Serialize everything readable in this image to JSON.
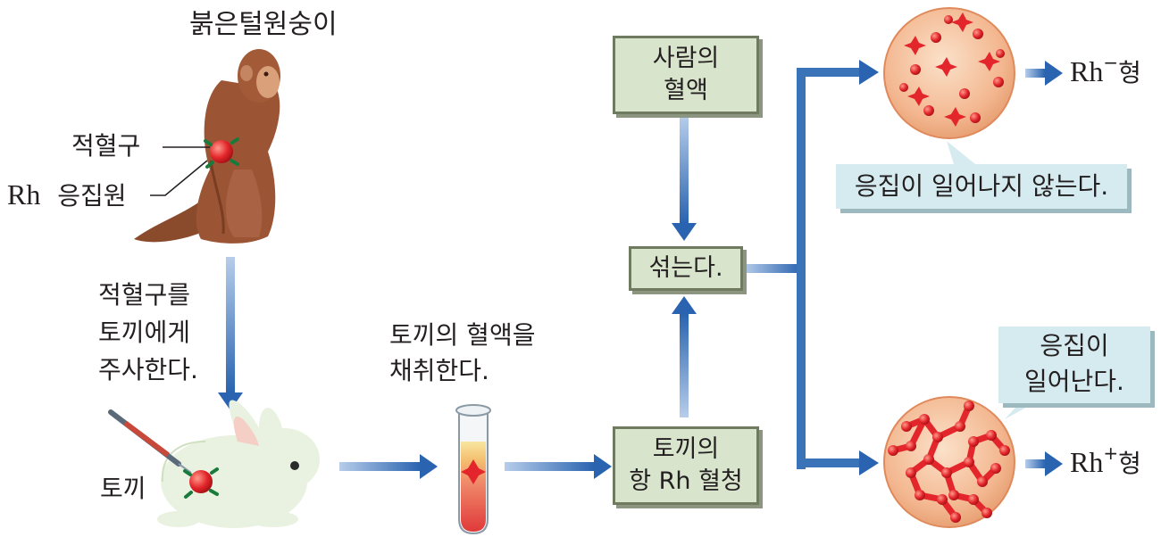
{
  "monkey_title": "붉은털원숭이",
  "label_rbc": "적혈구",
  "label_antigen_rh": "Rh",
  "label_antigen_word": "응집원",
  "step_inject": [
    "적혈구를",
    "토끼에게",
    "주사한다."
  ],
  "label_rabbit": "토끼",
  "step_collect": [
    "토끼의  혈액을",
    "채취한다."
  ],
  "serum_box": [
    "토끼의",
    "항 Rh 혈청"
  ],
  "human_blood_box": [
    "사람의",
    "혈액"
  ],
  "mix_box": "섞는다.",
  "no_agglutination": "응집이  일어나지  않는다.",
  "agglutination": [
    "응집이",
    "일어난다."
  ],
  "result_neg": {
    "base": "Rh",
    "sign": "−",
    "suffix": "형"
  },
  "result_pos": {
    "base": "Rh",
    "sign": "+",
    "suffix": "형"
  },
  "colors": {
    "arrow": "#2e6db5",
    "box_fill": "#d9e4cd",
    "callout_fill": "#d6ebef",
    "cell_red": "#e3262b",
    "circle_fill": "#f6c39f"
  }
}
